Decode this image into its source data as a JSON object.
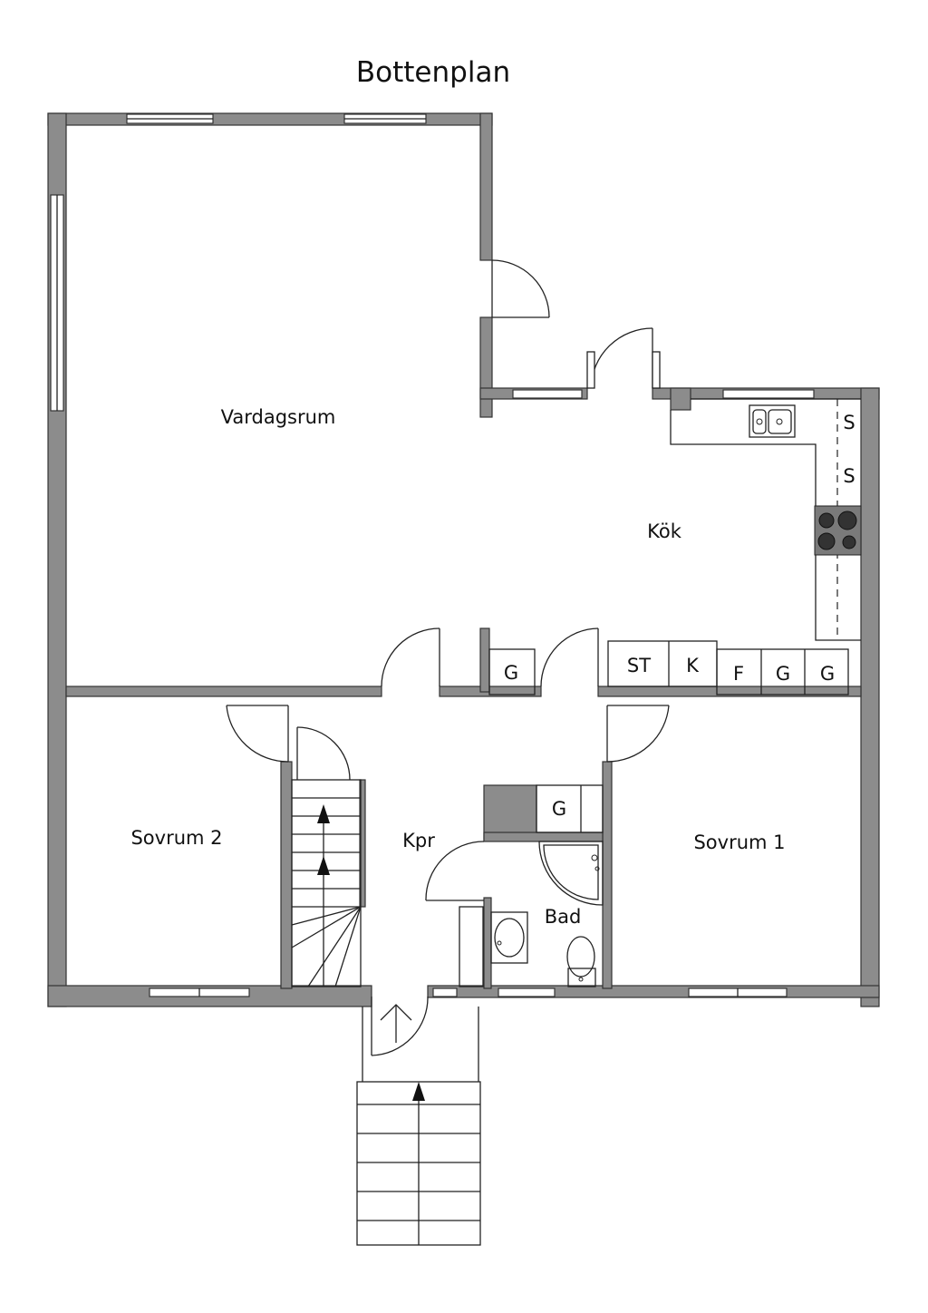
{
  "title": "Bottenplan",
  "rooms": {
    "vardagsrum": "Vardagsrum",
    "kok": "Kök",
    "sovrum2": "Sovrum 2",
    "sovrum1": "Sovrum 1",
    "kpr": "Kpr",
    "bad": "Bad"
  },
  "fixtures": {
    "g_hall": "G",
    "st": "ST",
    "k": "K",
    "f": "F",
    "g_kitchen_1": "G",
    "g_kitchen_2": "G",
    "g_bath": "G",
    "s_top": "S",
    "s_bottom": "S"
  },
  "colors": {
    "wall": "#8c8c8c",
    "line": "#222222",
    "background": "#ffffff"
  }
}
